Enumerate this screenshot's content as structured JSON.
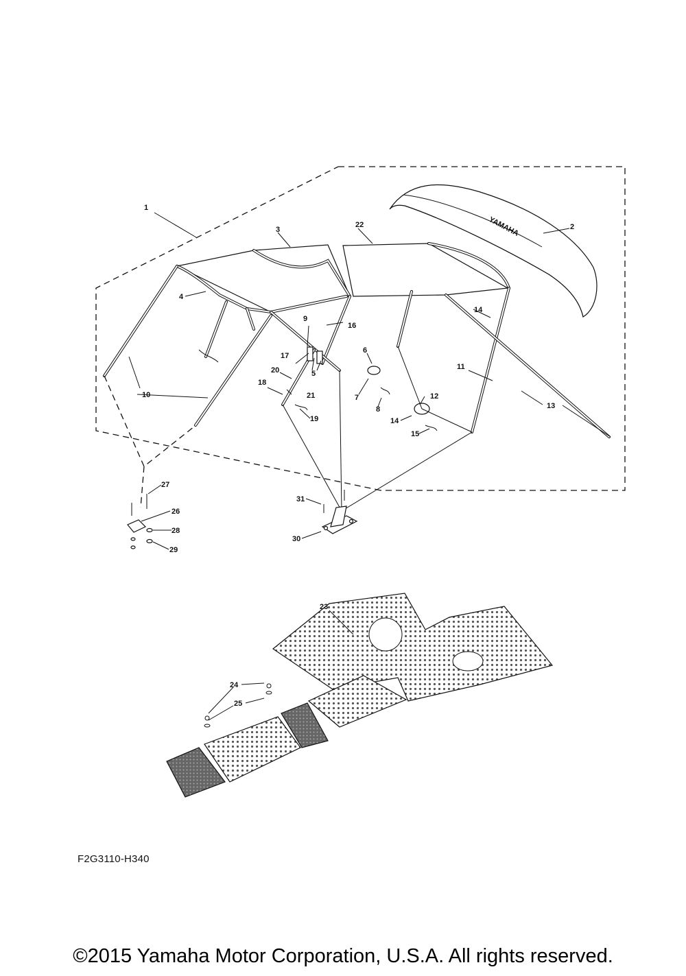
{
  "diagram_code": "F2G3110-H340",
  "copyright": "©2015 Yamaha Motor Corporation, U.S.A. All rights reserved.",
  "logo_text": "YAMAHA",
  "callouts": [
    "1",
    "2",
    "3",
    "4",
    "5",
    "6",
    "7",
    "8",
    "9",
    "10",
    "11",
    "12",
    "13",
    "14",
    "15",
    "16",
    "17",
    "18",
    "19",
    "20",
    "21",
    "22",
    "23",
    "24",
    "25",
    "26",
    "27",
    "28",
    "29",
    "30",
    "31"
  ]
}
